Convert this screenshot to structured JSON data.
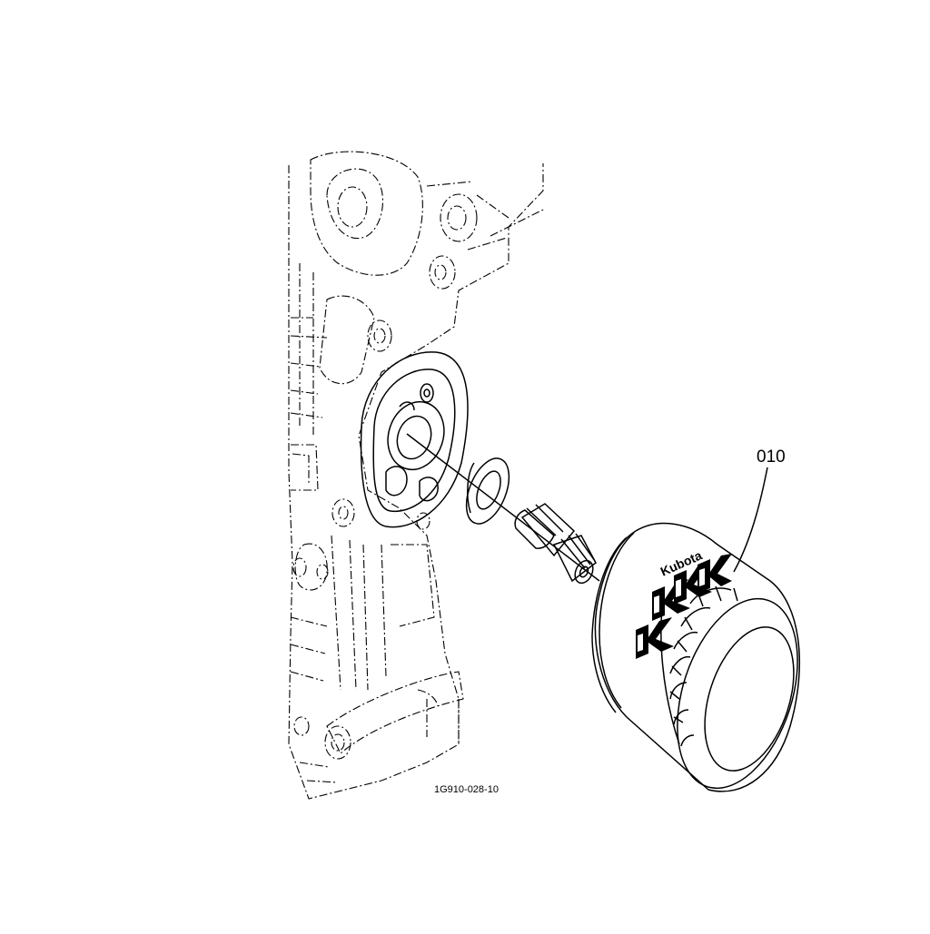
{
  "diagram": {
    "callout_number": "010",
    "figure_code": "1G910-028-10",
    "brand_text": "Kubota",
    "ink_color": "#000000",
    "background_color": "#ffffff"
  }
}
